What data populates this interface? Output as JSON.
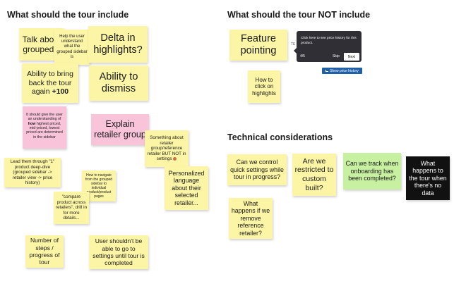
{
  "headings": {
    "include": "What should the tour include",
    "not_include": "What should the tour NOT include",
    "technical": "Technical considerations"
  },
  "notes": {
    "talk_about": "Talk about grouped s",
    "help_user": "Help the user understand what the grouped sidebar is",
    "delta": "Delta in highlights?",
    "ability_bring_line1": "Ability to bring back the tour again",
    "ability_bring_line2": "+100",
    "ability_dismiss": "Ability to dismiss",
    "pink_understanding_a": "It should give the user an understanding of",
    "pink_understanding_bold": "how",
    "pink_understanding_b": "highest priced, mid-priced, lowest priced are determined in the sidebar",
    "explain_retailer": "Explain retailer group",
    "something_about": "Something about retailer group/reference retailer BUT NOT in settings",
    "lead_them": "Lead them through \"1\" product deep-dive (grouped sidebar -> retailer view -> price history)",
    "how_navigate": "How to navigate from the grouped sidebar to individual product/product pages",
    "personalized": "Personalized language about their selected retailer...",
    "compare": "\"compare product across retailers\", drill in for more details...",
    "number_steps": "Number of steps / progress of tour",
    "shouldnt_settings": "User shouldn't be able to go to settings until tour is completed",
    "feature_pointing": "Feature pointing",
    "how_click": "How to click on highlights",
    "control_quick": "Can we control quick settings while tour in progress?",
    "restricted": "Are we restricted to custom built?",
    "track": "Can we track when onboarding has been completed?",
    "no_data": "What happens to the tour when there's no data",
    "remove_reference": "What happens if we remove reference retailer?"
  },
  "tooltip": {
    "text": "Click here to see price history for this product.",
    "step": "4/5",
    "skip": "Skip",
    "next": "Next",
    "te": "TE",
    "price_button": "Show price history"
  },
  "colors": {
    "yellow": "#fdf5a6",
    "pink": "#f9c3d9",
    "green": "#c7f0a0",
    "black": "#111111",
    "tooltip_bg": "#2f2f35",
    "button_blue": "#1f5fa8"
  }
}
